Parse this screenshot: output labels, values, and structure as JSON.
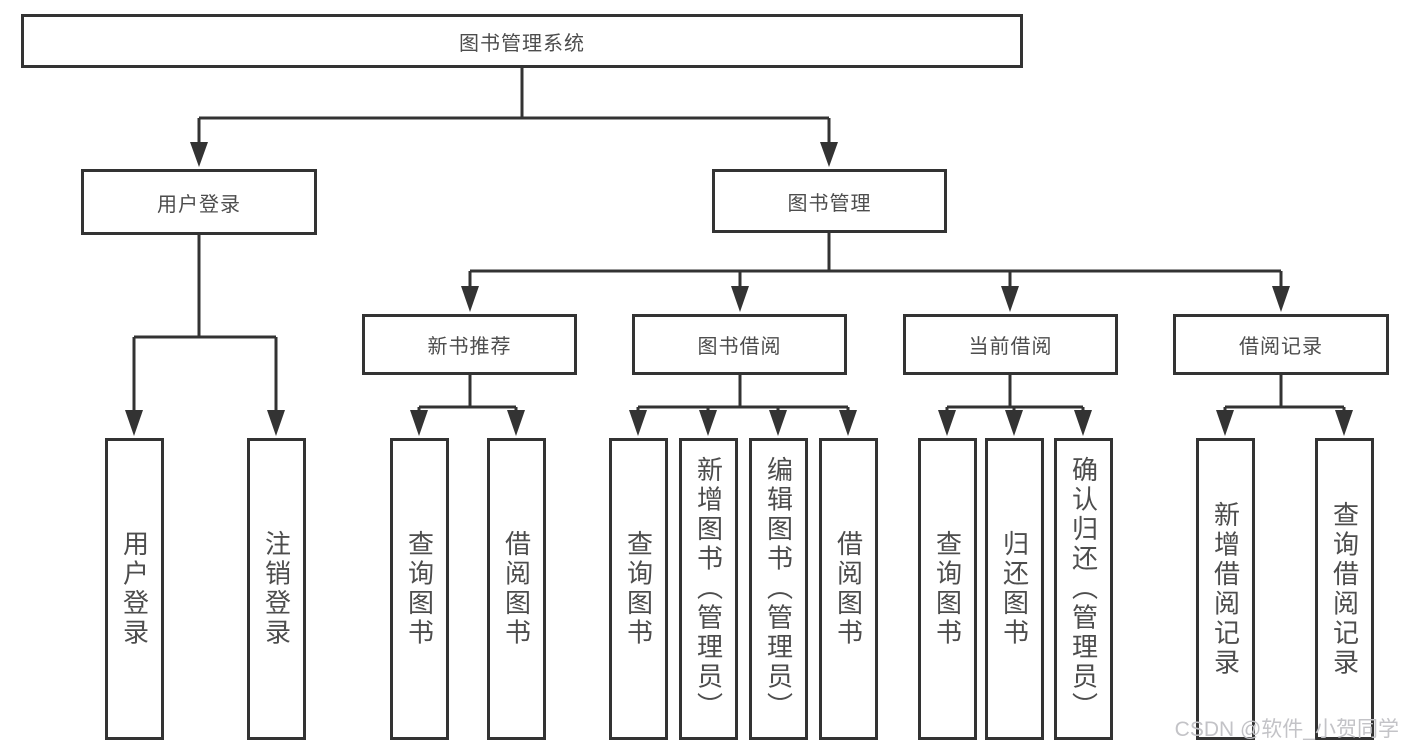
{
  "diagram": {
    "root": {
      "label": "图书管理系统"
    },
    "level1": [
      {
        "label": "用户登录"
      },
      {
        "label": "图书管理"
      }
    ],
    "level2": [
      {
        "label": "新书推荐"
      },
      {
        "label": "图书借阅"
      },
      {
        "label": "当前借阅"
      },
      {
        "label": "借阅记录"
      }
    ],
    "leaves": [
      {
        "label": "用户登录",
        "parent": "用户登录"
      },
      {
        "label": "注销登录",
        "parent": "用户登录"
      },
      {
        "label": "查询图书",
        "parent": "新书推荐"
      },
      {
        "label": "借阅图书",
        "parent": "新书推荐"
      },
      {
        "label": "查询图书",
        "parent": "图书借阅"
      },
      {
        "label": "新增图书（管理员）",
        "parent": "图书借阅"
      },
      {
        "label": "编辑图书（管理员）",
        "parent": "图书借阅"
      },
      {
        "label": "借阅图书",
        "parent": "图书借阅"
      },
      {
        "label": "查询图书",
        "parent": "当前借阅"
      },
      {
        "label": "归还图书",
        "parent": "当前借阅"
      },
      {
        "label": "确认归还（管理员）",
        "parent": "当前借阅"
      },
      {
        "label": "新增借阅记录",
        "parent": "借阅记录"
      },
      {
        "label": "查询借阅记录",
        "parent": "借阅记录"
      }
    ],
    "watermark": "CSDN @软件_小贺同学",
    "colors": {
      "line": "#333333",
      "text": "#4d4d4d",
      "background": "#ffffff",
      "watermark": "#c3c3c7"
    }
  }
}
